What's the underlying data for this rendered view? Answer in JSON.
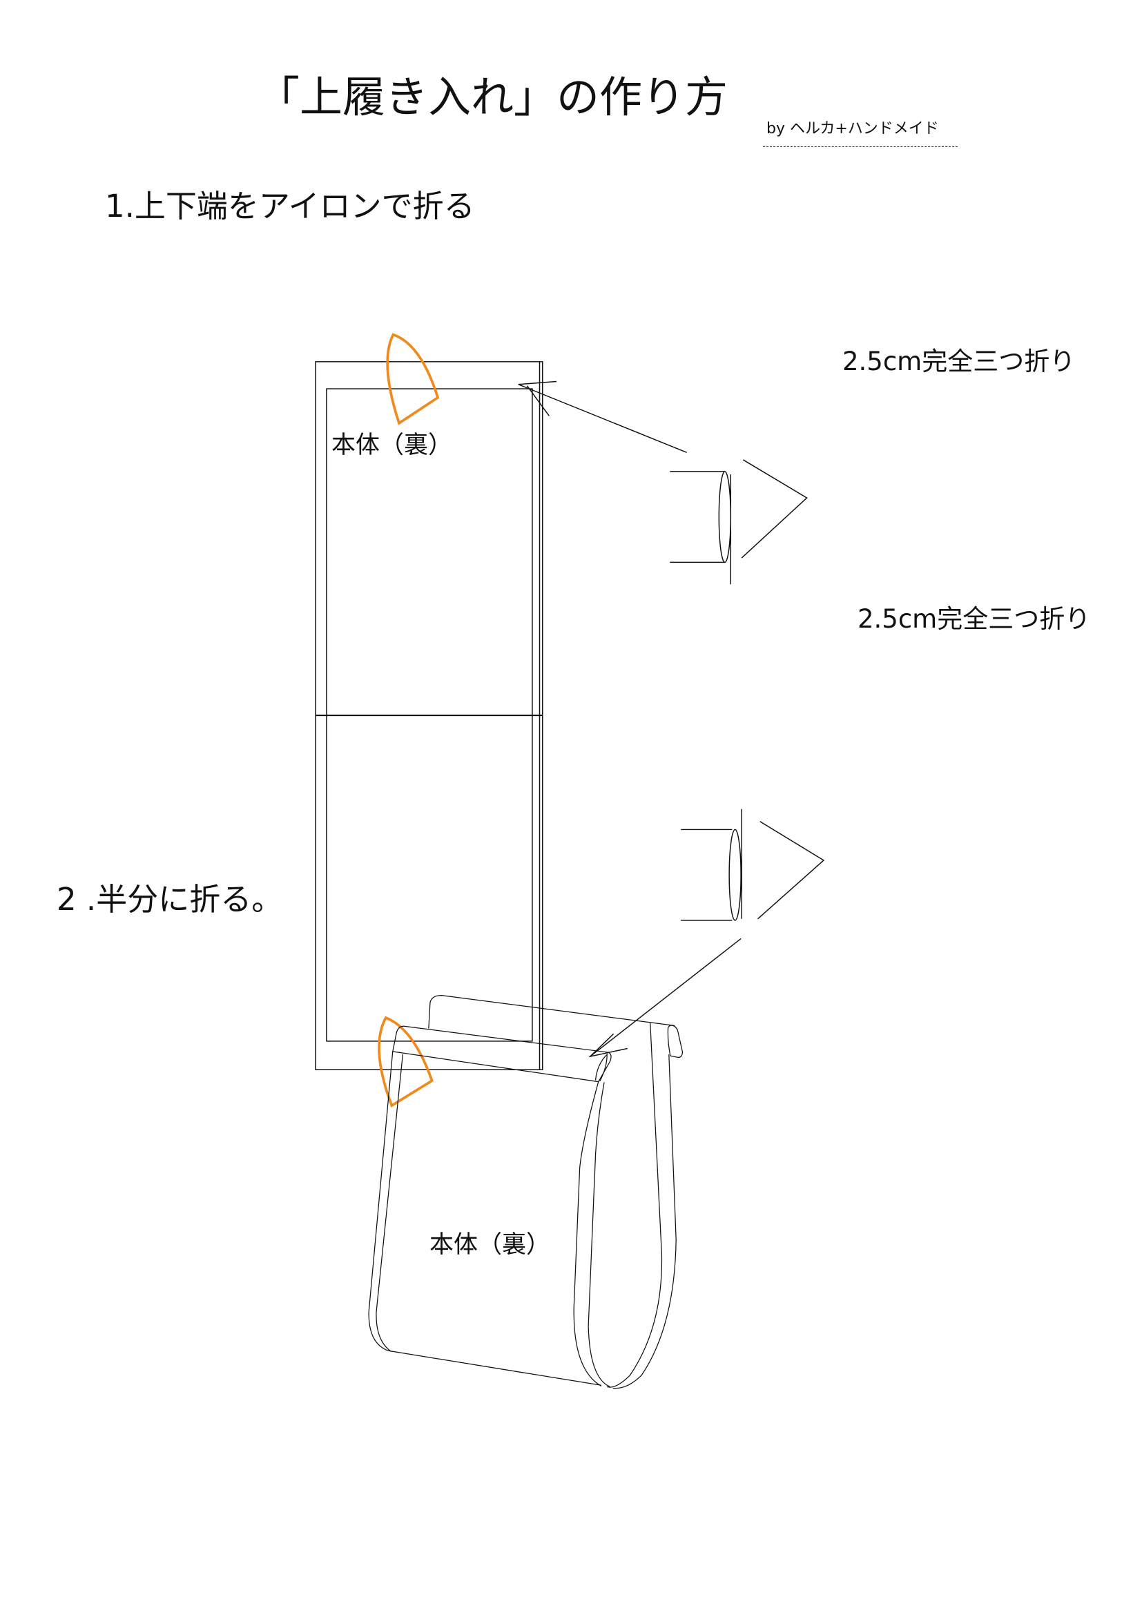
{
  "header": {
    "title": "「上履き入れ」の作り方",
    "author": "by ヘルカ+ハンドメイド"
  },
  "step1": {
    "heading": "1.上下端をアイロンで折る",
    "panel_label": "本体（裏）",
    "fold_top_label": "2.5cm完全三つ折り",
    "fold_bottom_label": "2.5cm完全三つ折り"
  },
  "step2": {
    "heading": "2 .半分に折る。",
    "panel_label": "本体（裏）"
  },
  "colors": {
    "line": "#111111",
    "marker": "#f08a1c"
  }
}
